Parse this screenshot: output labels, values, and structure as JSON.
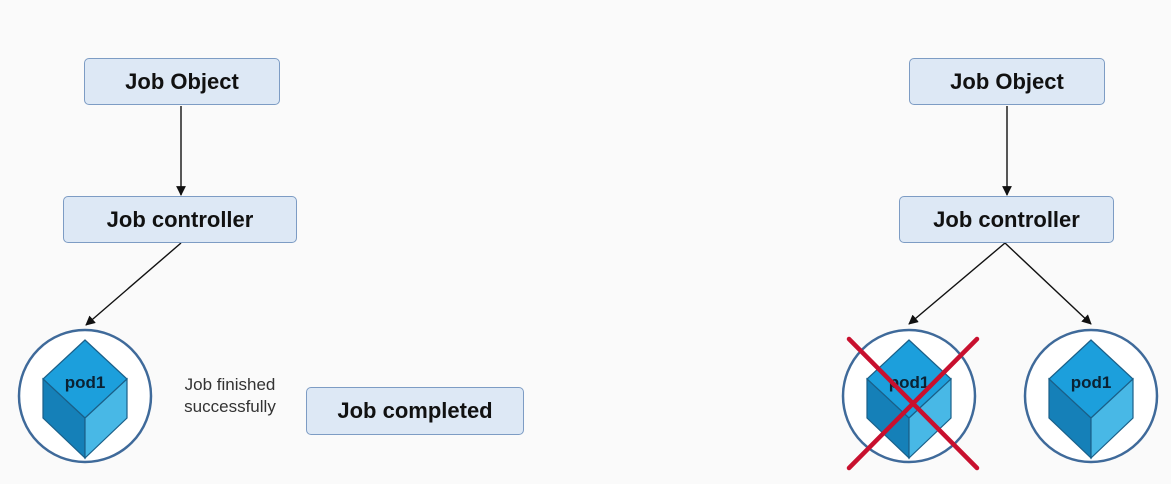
{
  "left": {
    "job_object_label": "Job Object",
    "job_controller_label": "Job controller",
    "pod_label": "pod1",
    "note_line1": "Job finished",
    "note_line2": "successfully",
    "result_label": "Job completed"
  },
  "right": {
    "job_object_label": "Job Object",
    "job_controller_label": "Job controller",
    "failed_pod_label": "pod1",
    "new_pod_label": "pod1"
  },
  "colors": {
    "box_fill": "#dde8f5",
    "box_border": "#7d9cc4",
    "pod_top": "#1c9fdc",
    "pod_left": "#1580b8",
    "pod_right": "#48b8e6",
    "pod_circle": "#3f6a9a",
    "cross": "#c8102e"
  }
}
